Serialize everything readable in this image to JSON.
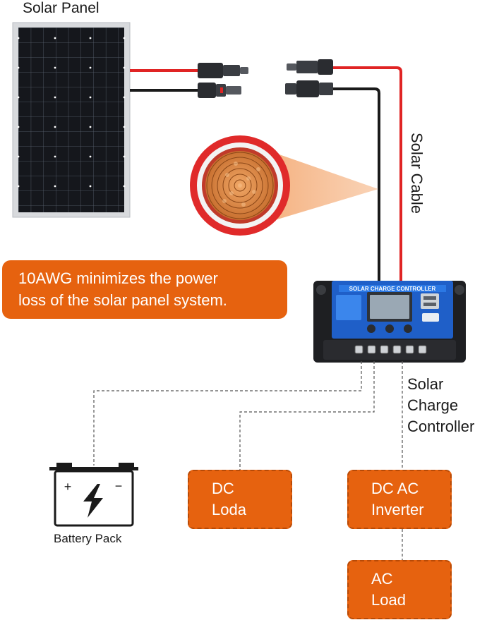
{
  "labels": {
    "solar_panel": "Solar Panel",
    "solar_cable": "Solar Cable",
    "controller_line1": "Solar",
    "controller_line2": "Charge",
    "controller_line3": "Controller",
    "battery_pack": "Battery Pack"
  },
  "callout": {
    "line1": "10AWG minimizes the power",
    "line2": "loss of the solar panel system."
  },
  "controller": {
    "title": "SOLAR CHARGE CONTROLLER"
  },
  "boxes": {
    "dc_load": {
      "line1": "DC",
      "line2": "Loda"
    },
    "inverter": {
      "line1": "DC AC",
      "line2": "Inverter"
    },
    "ac_load": {
      "line1": "AC",
      "line2": "Load"
    }
  },
  "battery": {
    "plus": "+",
    "minus": "−"
  },
  "colors": {
    "accent_orange": "#e6620f",
    "cable_red": "#e02424",
    "cable_black": "#1a1a1a",
    "controller_blue": "#1f5fc8",
    "copper": "#d9823f"
  }
}
